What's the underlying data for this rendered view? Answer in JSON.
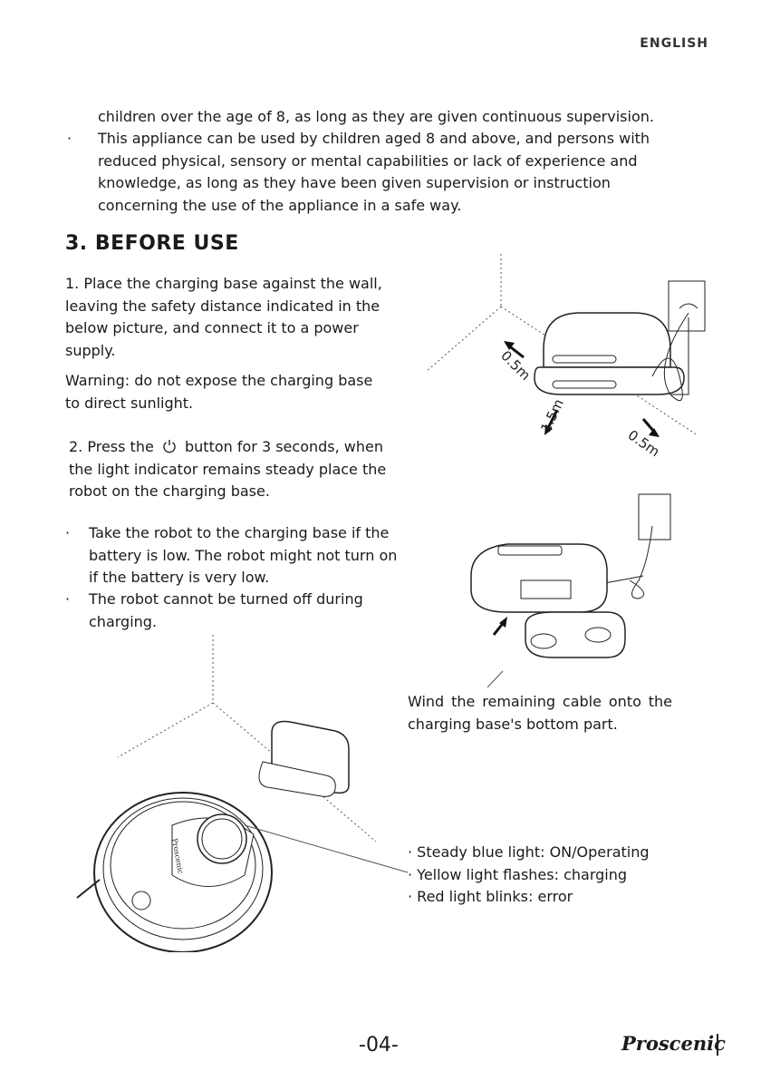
{
  "header": {
    "language": "ENGLISH"
  },
  "intro": {
    "line_continued": "children over the age of 8, as long as they are given continuous supervision.",
    "bullet": "This appliance can be used by children aged 8 and above, and persons with reduced physical, sensory or mental capabilities or lack of experience and knowledge, as long as they have been given supervision or instruction concerning the use of the appliance in a safe way."
  },
  "section": {
    "title": "3. BEFORE USE"
  },
  "steps": {
    "step1": "1. Place the charging base against the wall, leaving the safety distance indicated in the below picture, and connect it to a power supply.",
    "warning": "Warning: do not expose the charging base to direct sunlight.",
    "step2_prefix": "2.  Press the",
    "step2_suffix": "button for 3 seconds, when the light indicator remains steady place the robot on the charging base.",
    "notes": [
      "Take the robot to the charging base if the battery is low. The robot might not turn on if the battery is very low.",
      "The robot cannot be turned off during charging."
    ]
  },
  "figure1": {
    "dist_left": "0.5m",
    "dist_front": "1.5m",
    "dist_right": "0.5m"
  },
  "cable_note": "Wind the remaining cable onto the charging base's bottom part.",
  "robot_brand_label": "Proscenic",
  "indicator_legend": [
    "· Steady blue light: ON/Operating",
    "· Yellow light flashes: charging",
    "· Red light blinks: error"
  ],
  "footer": {
    "page": "-04-",
    "brand": "Proscenic"
  },
  "icons": {
    "power": "power-icon"
  }
}
